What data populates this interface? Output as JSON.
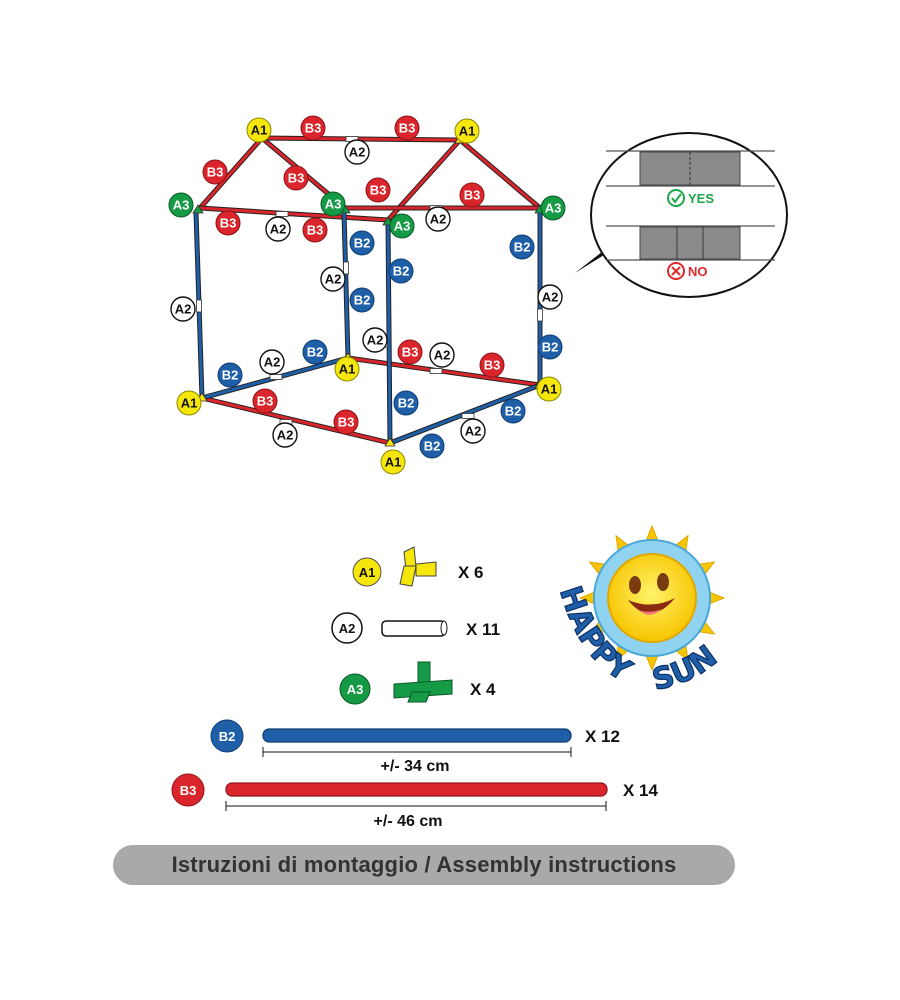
{
  "labels": {
    "a1": "A1",
    "a2": "A2",
    "a3": "A3",
    "b2": "B2",
    "b3": "B3"
  },
  "colors": {
    "a1": "#f5e60c",
    "a2": "#ffffff",
    "a3": "#159a45",
    "b2": "#1f5fa8",
    "b3": "#d9252b",
    "yes": "#1ea64a",
    "no": "#e02a2a"
  },
  "callout": {
    "yes": "YES",
    "no": "NO"
  },
  "parts": [
    {
      "code": "A1",
      "qty": "X 6"
    },
    {
      "code": "A2",
      "qty": "X 11"
    },
    {
      "code": "A3",
      "qty": "X 4"
    },
    {
      "code": "B2",
      "qty": "X 12",
      "length": "+/- 34 cm"
    },
    {
      "code": "B3",
      "qty": "X 14",
      "length": "+/- 46 cm"
    }
  ],
  "logo": {
    "word1": "HAPPY",
    "word2": "SUN"
  },
  "footer": "Istruzioni di montaggio / Assembly instructions"
}
